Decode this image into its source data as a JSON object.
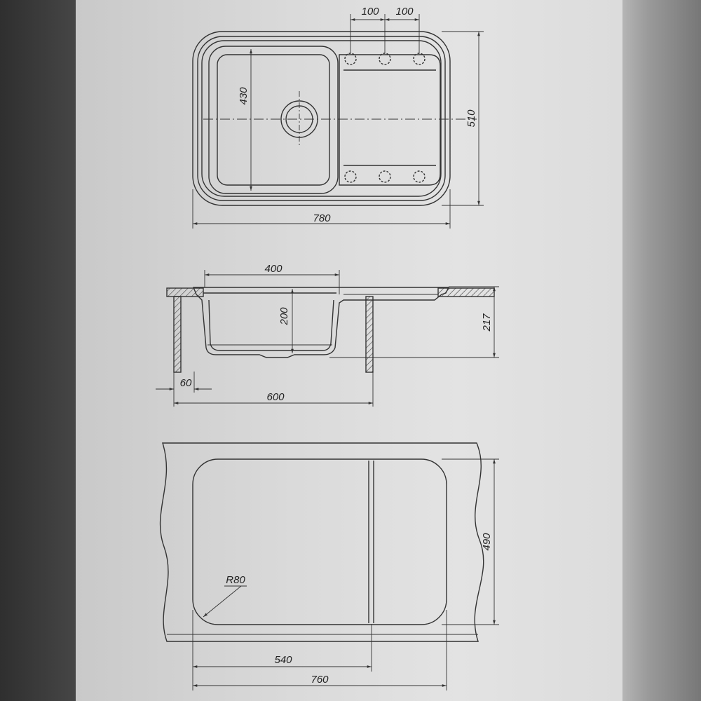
{
  "drawing": {
    "top_view": {
      "dim_pitch_1": "100",
      "dim_pitch_2": "100",
      "dim_bowl_height": "430",
      "dim_total_height": "510",
      "dim_total_width": "780"
    },
    "section_view": {
      "dim_bowl_width": "400",
      "dim_bowl_depth": "200",
      "dim_total_depth": "217",
      "dim_offset": "60",
      "dim_cabinet_width": "600"
    },
    "cutout_view": {
      "dim_radius": "R80",
      "dim_cutout_height": "490",
      "dim_divider_offset": "540",
      "dim_cutout_width": "760"
    }
  },
  "colors": {
    "paper": "#dcdcdc",
    "ink": "#333333",
    "background": "#3a3a3a"
  }
}
